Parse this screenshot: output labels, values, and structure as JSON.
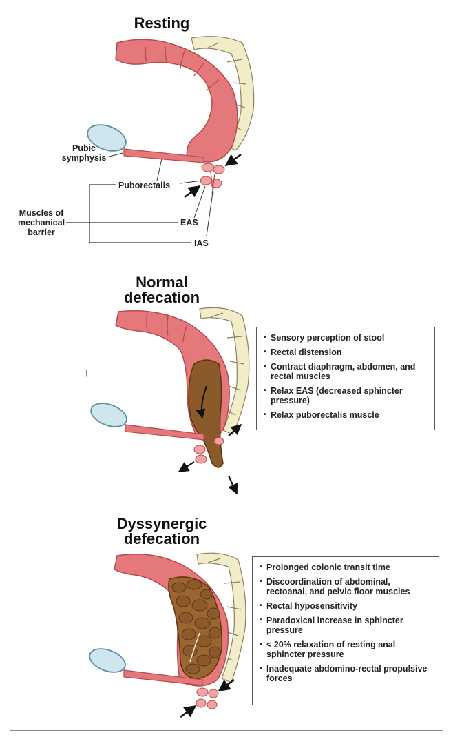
{
  "panels": {
    "resting": {
      "title": "Resting",
      "labels": {
        "pubic_symphysis": "Pubic symphysis",
        "puborectalis": "Puborectalis",
        "muscles_of_mechanical_barrier": "Muscles of mechanical barrier",
        "eas": "EAS",
        "ias": "IAS"
      }
    },
    "normal": {
      "title_line1": "Normal",
      "title_line2": "defecation",
      "bullets": [
        "Sensory perception of stool",
        "Rectal distension",
        "Contract diaphragm, abdomen, and rectal muscles",
        "Relax EAS (decreased sphincter pressure)",
        "Relax puborectalis muscle"
      ]
    },
    "dyssynergic": {
      "title_line1": "Dyssynergic",
      "title_line2": "defecation",
      "bullets": [
        "Prolonged colonic transit time",
        "Discoordination of abdominal, rectoanal, and pelvic floor muscles",
        "Rectal hyposensitivity",
        "Paradoxical increase in sphincter pressure",
        "< 20% relaxation of resting anal sphincter pressure",
        "Inadequate abdomino-rectal propulsive forces"
      ]
    }
  },
  "colors": {
    "colon": "#e4787a",
    "colon_dark": "#b8494d",
    "colon_light": "#f2a3a2",
    "stool": "#8b5a2b",
    "stool_dark": "#5a3412",
    "bladder": "#cfe6ee",
    "bone": "#f3ecc9",
    "line": "#333333"
  }
}
